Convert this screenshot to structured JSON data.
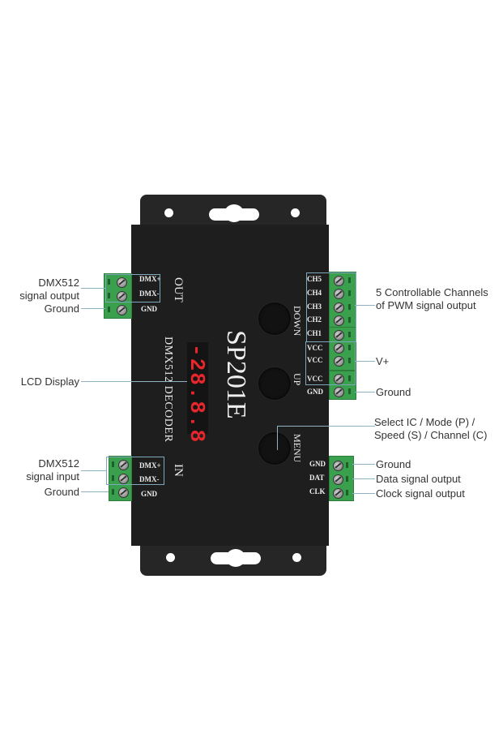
{
  "device": {
    "model": "SP201E",
    "subtitle": "DMX512  DECODER",
    "display_value": "-28.8.8",
    "buttons": [
      {
        "label": "DOWN"
      },
      {
        "label": "UP"
      },
      {
        "label": "MENU"
      }
    ],
    "port_labels": {
      "out": "OUT",
      "in": "IN"
    }
  },
  "terminals": {
    "out": [
      "DMX+",
      "DMX-",
      "GND"
    ],
    "in": [
      "DMX+",
      "DMX-",
      "GND"
    ],
    "pwm": [
      "CH5",
      "CH4",
      "CH3",
      "CH2",
      "CH1",
      "VCC",
      "VCC",
      "VCC",
      "GND"
    ],
    "spi": [
      "GND",
      "DAT",
      "CLK"
    ]
  },
  "annotations": {
    "out_signal": [
      "DMX512",
      "signal output"
    ],
    "out_ground": "Ground",
    "lcd": "LCD Display",
    "in_signal": [
      "DMX512",
      "signal input"
    ],
    "in_ground": "Ground",
    "pwm_channels": [
      "5 Controllable Channels",
      "of PWM signal output"
    ],
    "vplus": "V+",
    "pwm_ground": "Ground",
    "menu": [
      "Select IC / Mode (P) /",
      "Speed (S) / Channel (C)"
    ],
    "spi_ground": "Ground",
    "spi_data": "Data signal output",
    "spi_clock": "Clock signal output"
  },
  "colors": {
    "body": "#1e1e1f",
    "terminal_green": "#3aa04d",
    "display_red": "#e8262c",
    "leader_line": "#8fb3c4"
  }
}
